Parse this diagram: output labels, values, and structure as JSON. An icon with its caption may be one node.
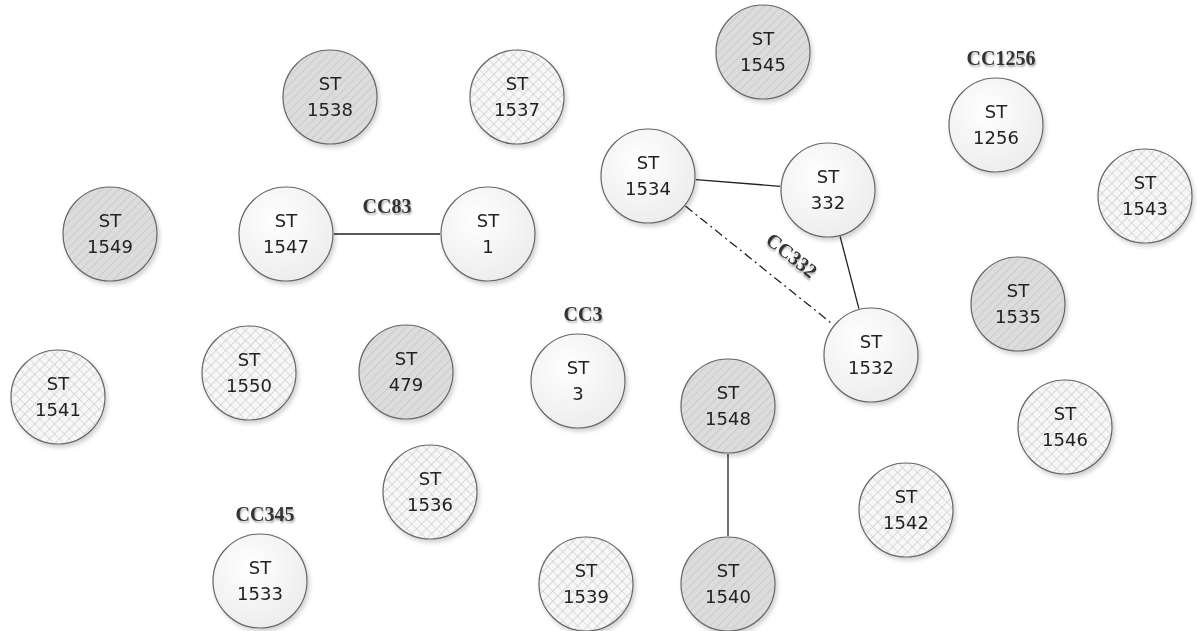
{
  "diagram": {
    "nodes": [
      {
        "text": [
          "ST 1538"
        ]
      },
      {
        "text": [
          "ST 1537"
        ]
      },
      {
        "text": [
          "ST 1545"
        ]
      },
      {
        "text": [
          "ST 1256"
        ],
        "beside": [
          "CC1256"
        ]
      },
      {
        "text": [
          "ST 1534"
        ]
      },
      {
        "text": [
          "ST 332"
        ]
      },
      {
        "text": [
          "ST 1543"
        ]
      },
      {
        "text": [
          "ST 1549"
        ]
      },
      {
        "text": [
          "ST 1547"
        ]
      },
      {
        "text": [
          "ST 1"
        ]
      },
      {
        "text": [
          "ST 1535"
        ]
      },
      {
        "text": [
          "ST 1532"
        ]
      },
      {
        "text": [
          "ST 1550"
        ]
      },
      {
        "text": [
          "ST 479"
        ]
      },
      {
        "text": [
          "ST 3"
        ],
        "beside": [
          "CC3"
        ]
      },
      {
        "text": [
          "ST 1541"
        ]
      },
      {
        "text": [
          "ST 1548"
        ]
      },
      {
        "text": [
          "ST 1546"
        ]
      },
      {
        "text": [
          "ST 1536"
        ]
      },
      {
        "text": [
          "ST 1542"
        ]
      },
      {
        "text": [
          "ST 1533"
        ],
        "beside": [
          "CC345"
        ]
      },
      {
        "text": [
          "ST 1539"
        ]
      },
      {
        "text": [
          "ST 1540"
        ]
      }
    ],
    "edges": [
      {
        "from": 8,
        "to": 9,
        "arrow": "none",
        "label": "CC83"
      },
      {
        "from": 4,
        "to": 5,
        "arrow": "none"
      },
      {
        "from": 5,
        "to": 11,
        "arrow": "none"
      },
      {
        "from": 4,
        "to": 11,
        "arrow": "none",
        "style": "dashed",
        "label": "CC332"
      },
      {
        "from": 16,
        "to": 22,
        "arrow": "none"
      }
    ]
  }
}
